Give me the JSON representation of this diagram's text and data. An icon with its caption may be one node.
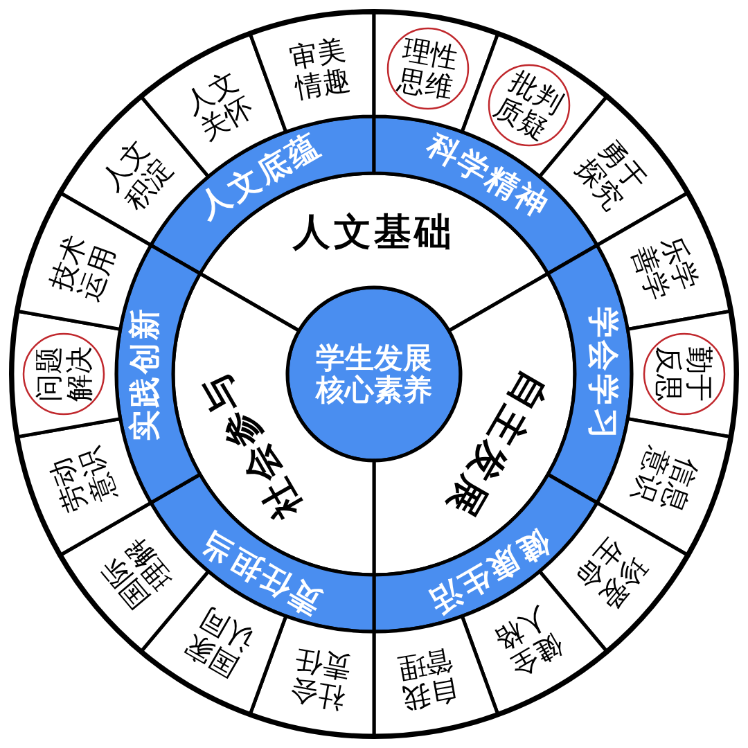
{
  "diagram": {
    "nodes": [
      {
        "text": [
          "学生发展核心素养"
        ]
      },
      {
        "text": [
          "人文基础"
        ]
      },
      {
        "text": [
          "自主发展"
        ]
      },
      {
        "text": [
          "社会参与"
        ]
      },
      {
        "text": [
          "人文底蕴"
        ]
      },
      {
        "text": [
          "科学精神"
        ]
      },
      {
        "text": [
          "学会学习"
        ]
      },
      {
        "text": [
          "健康生活"
        ]
      },
      {
        "text": [
          "责任担当"
        ]
      },
      {
        "text": [
          "实践创新"
        ]
      },
      {
        "text": [
          "人文积淀"
        ]
      },
      {
        "text": [
          "人文关怀"
        ]
      },
      {
        "text": [
          "审美情趣"
        ]
      },
      {
        "text": [],
        "shape": "box"
      },
      {
        "text": [],
        "shape": "box"
      },
      {
        "text": [
          "勇于探究"
        ]
      },
      {
        "text": [
          "乐学善学"
        ]
      },
      {
        "text": [],
        "shape": "box"
      },
      {
        "text": [
          "信息意识"
        ]
      },
      {
        "text": [
          "珍爱生命"
        ]
      },
      {
        "text": [
          "健全人格"
        ]
      },
      {
        "text": [
          "自我管理"
        ]
      },
      {
        "text": [
          "社会责任"
        ]
      },
      {
        "text": [
          "国家认同"
        ]
      },
      {
        "text": [
          "国际理解"
        ]
      },
      {
        "text": [
          "劳动意识"
        ]
      },
      {
        "text": [],
        "shape": "box"
      },
      {
        "text": [
          "技术运用"
        ]
      },
      {
        "text": [
          "理性思维"
        ],
        "in": 13
      },
      {
        "text": [
          "批判质疑"
        ],
        "in": 14
      },
      {
        "text": [
          "勤于反思"
        ],
        "in": 17
      },
      {
        "text": [
          "问题解决"
        ],
        "in": 26
      }
    ]
  }
}
